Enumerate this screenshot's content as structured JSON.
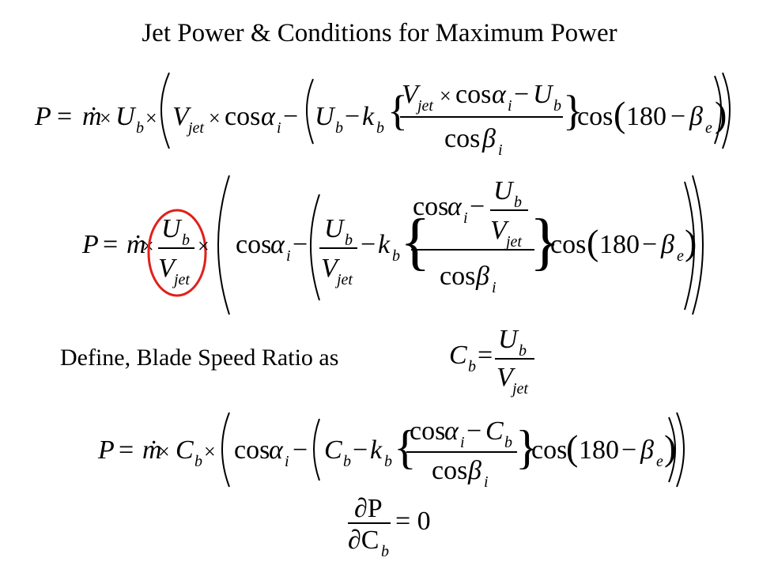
{
  "slide": {
    "title": "Jet Power & Conditions for Maximum Power",
    "define_text": "Define, Blade Speed Ratio as",
    "highlight_color": "#e0201b"
  },
  "eq1": {
    "lhs": "P = ṁ × U",
    "sub_b": "b",
    "times": "×",
    "v": "V",
    "jet": "jet",
    "cos": "cos",
    "alpha": "α",
    "i": "i",
    "minus": "−",
    "u": "U",
    "k": "k",
    "beta": "β",
    "e": "e",
    "num_times": "×",
    "cos180": "cos",
    "n180": "180",
    "minus2": "−"
  },
  "eq3": {
    "c": "C",
    "eq": "=",
    "u": "U",
    "b": "b",
    "v": "V",
    "jet": "jet"
  },
  "eq5": {
    "dP": "∂P",
    "dC": "∂C",
    "b": "b",
    "eq0": "= 0"
  }
}
